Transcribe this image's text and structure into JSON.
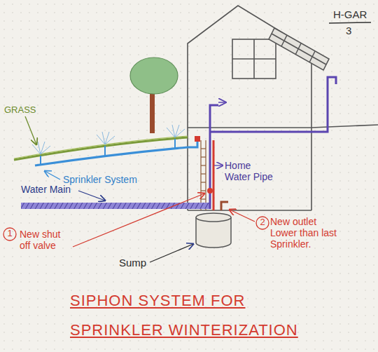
{
  "diagram": {
    "title": "SIPHON SYSTEM FOR SPRINKLER WINTERIZATION",
    "labels": [
      "H-GAR",
      "3",
      "GRASS",
      "Sprinkler System",
      "Home Water Pipe",
      "Water Main",
      "1",
      "New shut off valve",
      "2",
      "New outlet Lower than last Sprinkler.",
      "Sump"
    ]
  }
}
